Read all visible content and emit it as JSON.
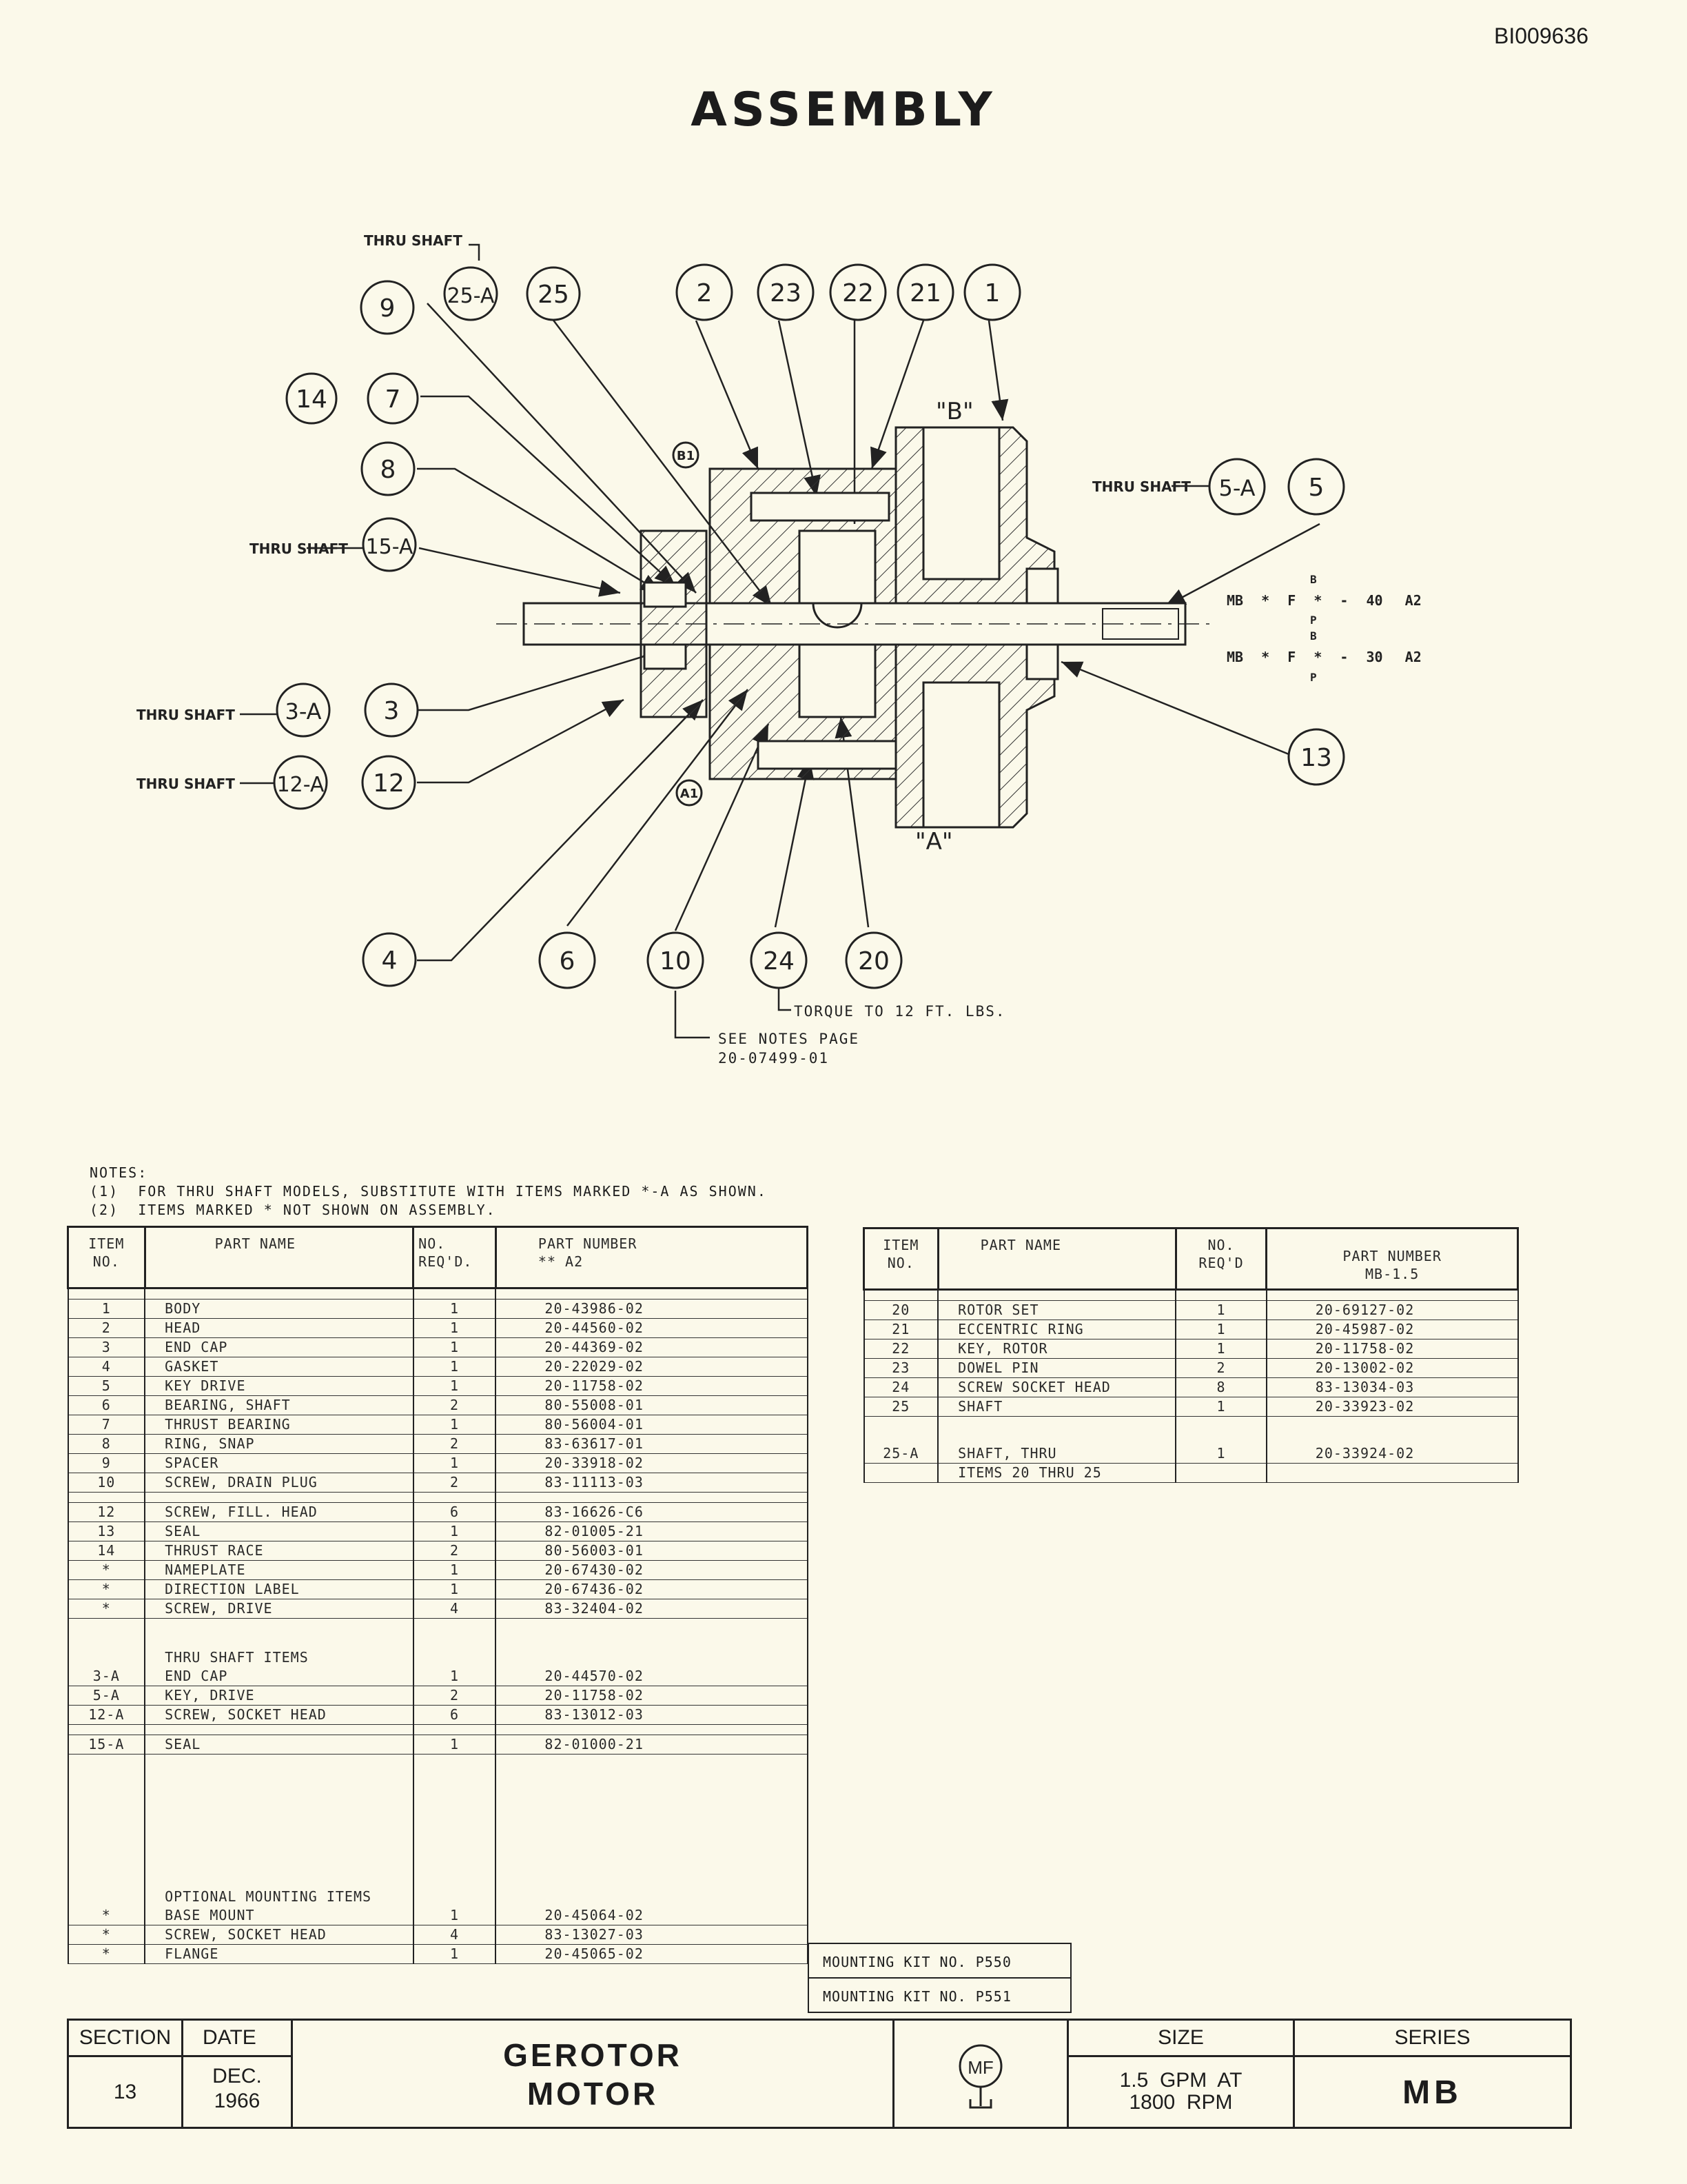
{
  "doc_id": "BI009636",
  "title": "ASSEMBLY",
  "callouts": {
    "thru_shaft": "THRU SHAFT",
    "items": [
      "25-A",
      "25",
      "9",
      "2",
      "23",
      "22",
      "21",
      "1",
      "14",
      "7",
      "8",
      "B1",
      "15-A",
      "5-A",
      "5",
      "3-A",
      "3",
      "12-A",
      "12",
      "13",
      "A1",
      "4",
      "6",
      "10",
      "24",
      "20"
    ],
    "port_b": "\"B\"",
    "port_a": "\"A\"",
    "model_top": [
      "MB",
      "*",
      "F",
      "*",
      "-",
      "40",
      "A2"
    ],
    "model_bottom": [
      "MB",
      "*",
      "F",
      "*",
      "-",
      "30",
      "A2"
    ],
    "model_top_letters": [
      "B",
      "P"
    ],
    "model_bottom_letters": [
      "B",
      "P"
    ],
    "torque_note": "TORQUE TO 12 FT. LBS.",
    "see_notes_1": "SEE NOTES PAGE",
    "see_notes_2": "20-07499-01"
  },
  "notes": {
    "heading": "NOTES:",
    "lines": [
      "(1)  FOR THRU SHAFT MODELS, SUBSTITUTE WITH ITEMS MARKED *-A AS SHOWN.",
      "(2)  ITEMS MARKED * NOT SHOWN ON ASSEMBLY."
    ]
  },
  "left_table": {
    "headers": {
      "item": [
        "ITEM",
        "NO."
      ],
      "name": "PART NAME",
      "req": [
        "NO.",
        "REQ'D."
      ],
      "part": [
        "PART NUMBER",
        "** A2"
      ]
    },
    "groups": [
      [
        [
          "1",
          "BODY",
          "1",
          "20-43986-02"
        ],
        [
          "2",
          "HEAD",
          "1",
          "20-44560-02"
        ],
        [
          "3",
          "END CAP",
          "1",
          "20-44369-02"
        ],
        [
          "4",
          "GASKET",
          "1",
          "20-22029-02"
        ],
        [
          "5",
          "KEY DRIVE",
          "1",
          "20-11758-02"
        ],
        [
          "6",
          "BEARING, SHAFT",
          "2",
          "80-55008-01"
        ],
        [
          "7",
          "THRUST BEARING",
          "1",
          "80-56004-01"
        ],
        [
          "8",
          "RING, SNAP",
          "2",
          "83-63617-01"
        ],
        [
          "9",
          "SPACER",
          "1",
          "20-33918-02"
        ],
        [
          "10",
          "SCREW, DRAIN PLUG",
          "2",
          "83-11113-03"
        ]
      ],
      [
        [
          "12",
          "SCREW, FILL. HEAD",
          "6",
          "83-16626-C6"
        ],
        [
          "13",
          "SEAL",
          "1",
          "82-01005-21"
        ],
        [
          "14",
          "THRUST RACE",
          "2",
          "80-56003-01"
        ],
        [
          "*",
          "NAMEPLATE",
          "1",
          "20-67430-02"
        ],
        [
          "*",
          "DIRECTION LABEL",
          "1",
          "20-67436-02"
        ],
        [
          "*",
          "SCREW, DRIVE",
          "4",
          "83-32404-02"
        ]
      ]
    ],
    "thru_heading": "THRU SHAFT ITEMS",
    "thru_rows": [
      [
        "3-A",
        "END CAP",
        "1",
        "20-44570-02"
      ],
      [
        "5-A",
        "KEY, DRIVE",
        "2",
        "20-11758-02"
      ],
      [
        "12-A",
        "SCREW, SOCKET HEAD",
        "6",
        "83-13012-03"
      ]
    ],
    "seal_row": [
      "15-A",
      "SEAL",
      "1",
      "82-01000-21"
    ],
    "optional_heading": "OPTIONAL MOUNTING ITEMS",
    "optional_rows": [
      [
        "*",
        "BASE MOUNT",
        "1",
        "20-45064-02"
      ],
      [
        "*",
        "SCREW, SOCKET HEAD",
        "4",
        "83-13027-03"
      ],
      [
        "*",
        "FLANGE",
        "1",
        "20-45065-02"
      ]
    ],
    "kits": [
      "MOUNTING KIT NO. P550",
      "MOUNTING KIT NO. P551"
    ]
  },
  "right_table": {
    "headers": {
      "item": [
        "ITEM",
        "NO."
      ],
      "name": "PART NAME",
      "req": [
        "NO.",
        "REQ'D"
      ],
      "part": [
        "PART NUMBER",
        "MB-1.5"
      ]
    },
    "rows": [
      [
        "20",
        "ROTOR SET",
        "1",
        "20-69127-02"
      ],
      [
        "21",
        "ECCENTRIC RING",
        "1",
        "20-45987-02"
      ],
      [
        "22",
        "KEY, ROTOR",
        "1",
        "20-11758-02"
      ],
      [
        "23",
        "DOWEL PIN",
        "2",
        "20-13002-02"
      ],
      [
        "24",
        "SCREW SOCKET HEAD",
        "8",
        "83-13034-03"
      ],
      [
        "25",
        "SHAFT",
        "1",
        "20-33923-02"
      ]
    ],
    "thru_row": [
      "25-A",
      "SHAFT, THRU",
      "1",
      "20-33924-02"
    ],
    "thru_row_sub": "ITEMS 20 THRU 25"
  },
  "title_block": {
    "section_label": "SECTION",
    "section_value": "13",
    "date_label": "DATE",
    "date_month": "DEC.",
    "date_year": "1966",
    "name_1": "GEROTOR",
    "name_2": "MOTOR",
    "logo": "MF",
    "size_label": "SIZE",
    "size_1": "1.5  GPM  AT",
    "size_2": "1800  RPM",
    "series_label": "SERIES",
    "series_value": "MB"
  }
}
